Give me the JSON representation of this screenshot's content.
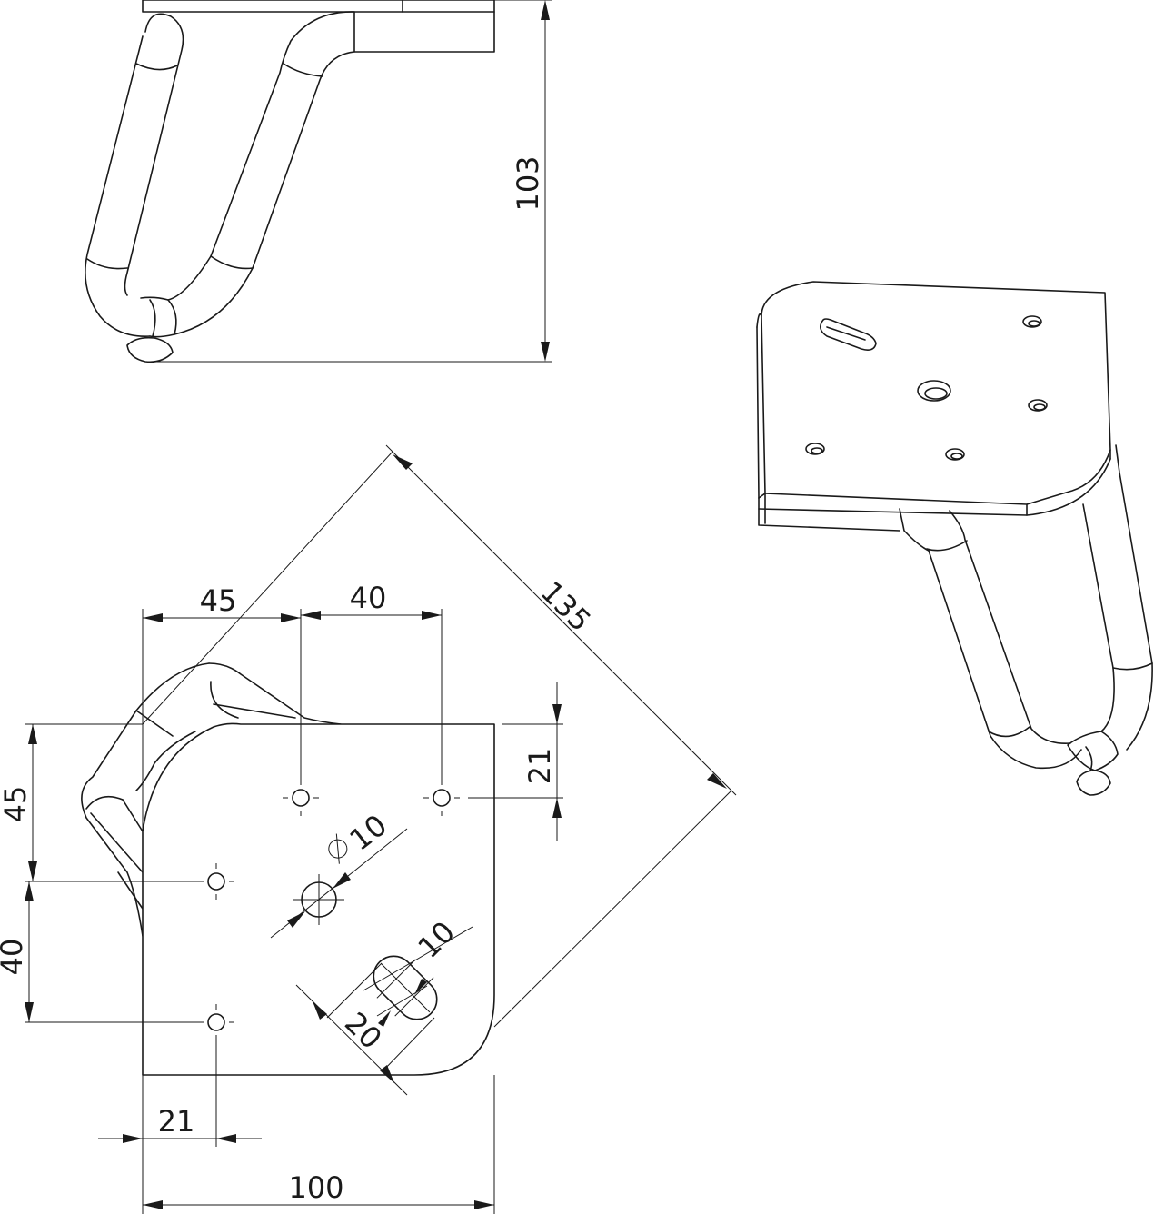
{
  "dimensions": {
    "height_103": "103",
    "diag_135": "135",
    "top_45": "45",
    "top_40": "40",
    "right_21": "21",
    "left_45": "45",
    "left_40": "40",
    "bottom_21": "21",
    "bottom_100": "100",
    "hole_dia": "10",
    "slot_width": "10",
    "slot_length": "20"
  }
}
